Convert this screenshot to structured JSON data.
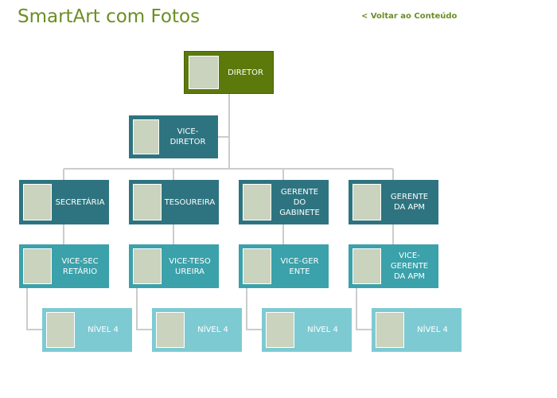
{
  "page": {
    "title": "SmartArt com Fotos",
    "back_link": "< Voltar ao Conteúdo"
  },
  "org": {
    "director": "DIRETOR",
    "vice_director": "VICE-DIRETOR",
    "departments": [
      {
        "head": "SECRETÁRIA",
        "deputy": "VICE-SECRETÁRIO",
        "level4": "NÍVEL 4"
      },
      {
        "head": "TESOUREIRA",
        "deputy": "VICE-TESOUREIRA",
        "level4": "NÍVEL 4"
      },
      {
        "head": "GERENTE DO GABINETE",
        "deputy": "VICE-GERENTE",
        "level4": "NÍVEL 4"
      },
      {
        "head": "GERENTE DA APM",
        "deputy": "VICE-GERENTE DA APM",
        "level4": "NÍVEL 4"
      }
    ]
  },
  "colors": {
    "title": "#6b8e23",
    "director_box": "#5b7a0b",
    "dark_teal_box": "#2e7480",
    "medium_teal_box": "#3ba1aa",
    "light_teal_box": "#7ecad3",
    "photo_placeholder": "#c9d3bd",
    "connector": "#cccccc"
  }
}
